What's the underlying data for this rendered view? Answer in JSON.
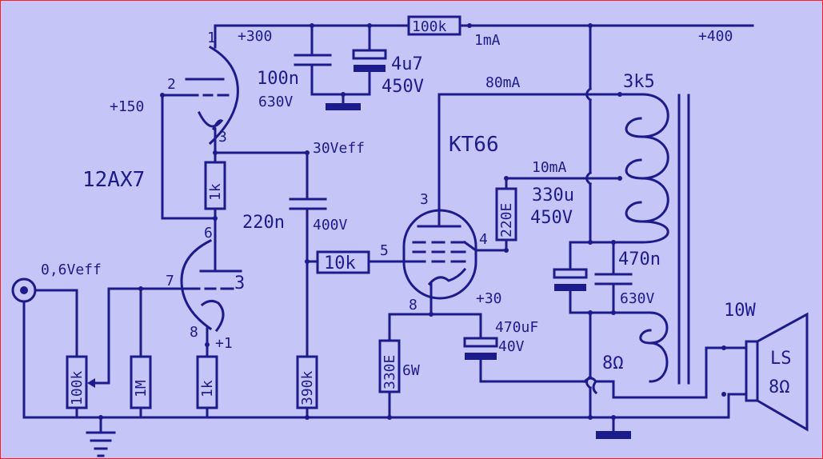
{
  "tubes": {
    "preamp": "12AX7",
    "power": "KT66"
  },
  "pins": {
    "p1": "1",
    "p2": "2",
    "p3": "3",
    "p6": "6",
    "p7": "7",
    "p8": "8",
    "p3b": "3",
    "k3": "3",
    "k4": "4",
    "k5": "5",
    "k8": "8"
  },
  "voltages": {
    "v300": "+300",
    "v400": "+400",
    "v150": "+150",
    "v1": "+1",
    "v30": "+30",
    "v30eff": "30Veff",
    "v06eff": "0,6Veff"
  },
  "currents": {
    "i1": "1mA",
    "i80": "80mA",
    "i10": "10mA"
  },
  "resistors": {
    "r100k_top": "100k",
    "r1k_mid": "1k",
    "r10k": "10k",
    "r220e": "220E",
    "r100k_pot": "100k",
    "r1m": "1M",
    "r1k_low": "1k",
    "r390k": "390k",
    "r330e": "330E"
  },
  "capacitors": {
    "c100n_val": "100n",
    "c100n_volt": "630V",
    "c4u7_val": "4u7",
    "c4u7_volt": "450V",
    "c220n_val": "220n",
    "c220n_volt": "400V",
    "c330u_val": "330u",
    "c330u_volt": "450V",
    "c470n_val": "470n",
    "c470n_volt": "630V",
    "c470uf_val": "470uF",
    "c470uf_volt": "40V"
  },
  "misc": {
    "r330e_power": "6W",
    "primary": "3k5",
    "secondary": "8Ω",
    "power_out": "10W",
    "ls_name": "LS",
    "ls_imp": "8Ω"
  }
}
